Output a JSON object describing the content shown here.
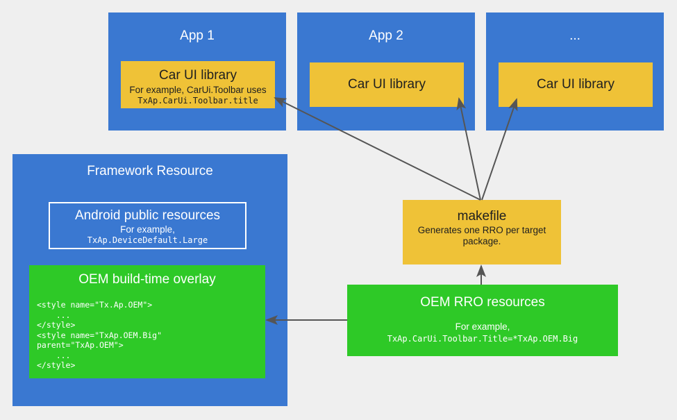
{
  "diagram": {
    "background_color": "#efefef",
    "colors": {
      "blue": "#3a78d1",
      "yellow": "#efc237",
      "green": "#2ec927",
      "arrow": "#555555",
      "text_light": "#ffffff",
      "text_dark": "#202020"
    }
  },
  "apps": [
    {
      "title": "App 1",
      "library_title": "Car UI library",
      "library_sub": "For example, CarUi.Toolbar uses",
      "library_code": "TxAp.CarUi.Toolbar.title"
    },
    {
      "title": "App 2",
      "library_title": "Car UI library",
      "library_sub": "",
      "library_code": ""
    },
    {
      "title": "...",
      "library_title": "Car UI library",
      "library_sub": "",
      "library_code": ""
    }
  ],
  "framework": {
    "title": "Framework Resource",
    "public_resources": {
      "title": "Android public resources",
      "sub": "For example,",
      "code": "TxAp.DeviceDefault.Large"
    },
    "build_overlay": {
      "title": "OEM build-time overlay",
      "code": "<style name=\"Tx.Ap.OEM\">\n    ...\n</style>\n<style name=\"TxAp.OEM.Big\"\nparent=\"TxAp.OEM\">\n    ...\n</style>"
    }
  },
  "makefile": {
    "title": "makefile",
    "sub": "Generates one RRO per target package."
  },
  "rro": {
    "title": "OEM RRO resources",
    "sub": "For example,",
    "code": "TxAp.CarUi.Toolbar.Title=*TxAp.OEM.Big"
  }
}
